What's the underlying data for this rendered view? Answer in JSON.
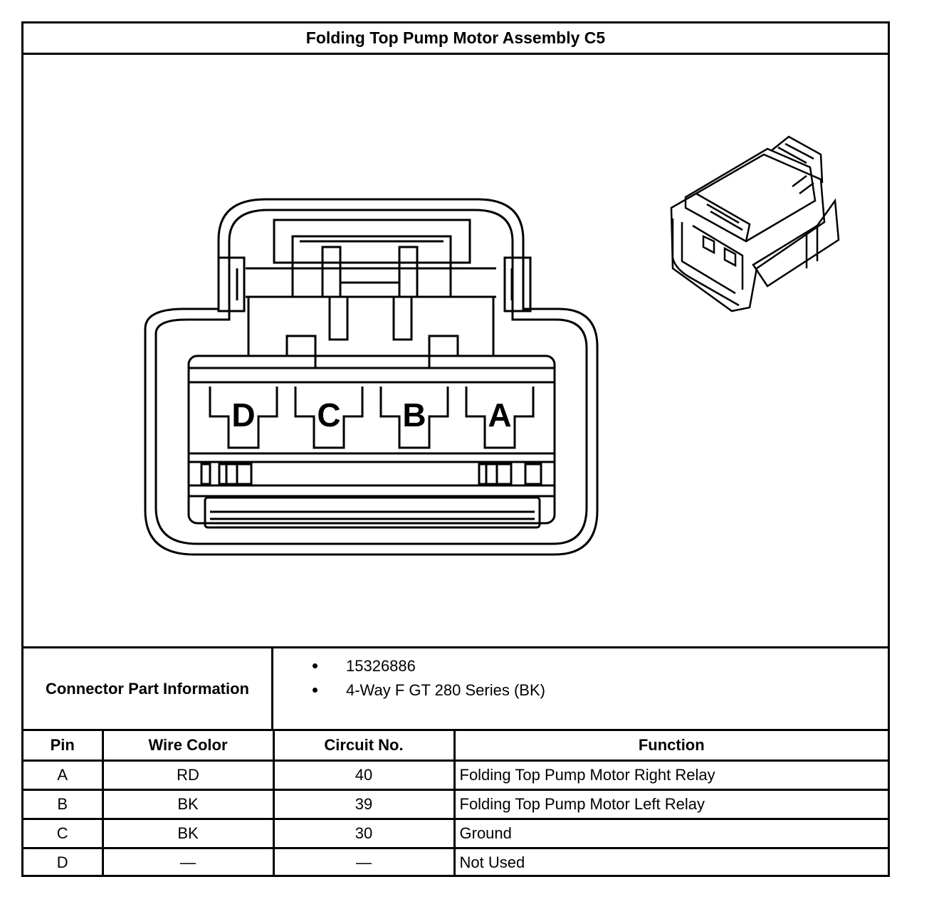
{
  "title": "Folding Top Pump Motor Assembly C5",
  "connector_face": {
    "pin_labels": [
      "D",
      "C",
      "B",
      "A"
    ]
  },
  "connector_info": {
    "label": "Connector Part Information",
    "items": [
      "15326886",
      "4-Way F GT 280 Series (BK)"
    ]
  },
  "pin_table": {
    "headers": [
      "Pin",
      "Wire Color",
      "Circuit No.",
      "Function"
    ],
    "rows": [
      {
        "pin": "A",
        "wire_color": "RD",
        "circuit": "40",
        "function": "Folding Top Pump Motor Right Relay"
      },
      {
        "pin": "B",
        "wire_color": "BK",
        "circuit": "39",
        "function": "Folding Top Pump Motor Left Relay"
      },
      {
        "pin": "C",
        "wire_color": "BK",
        "circuit": "30",
        "function": "Ground"
      },
      {
        "pin": "D",
        "wire_color": "—",
        "circuit": "—",
        "function": "Not Used"
      }
    ]
  }
}
